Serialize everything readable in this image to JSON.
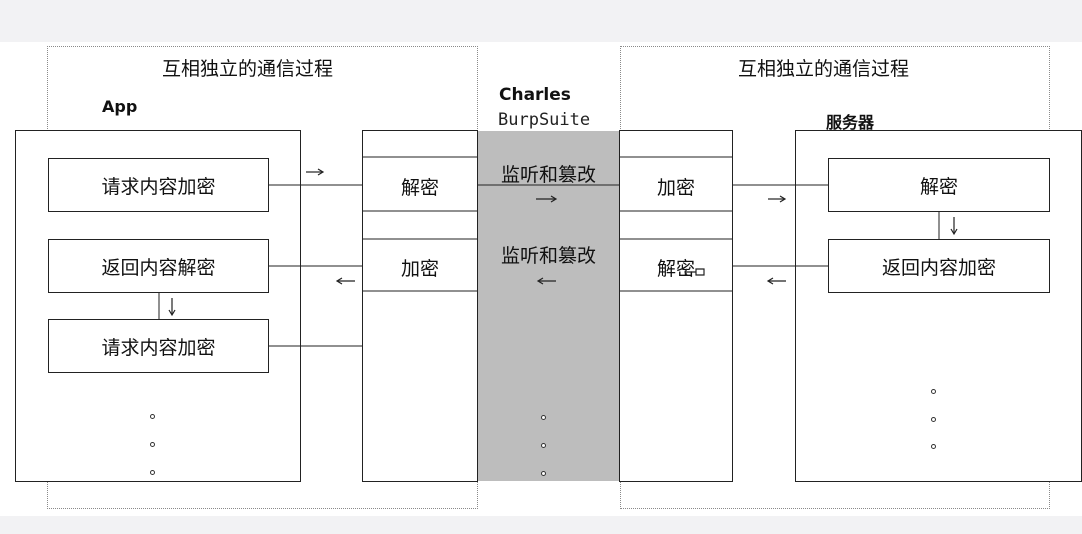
{
  "left_region": {
    "title": "互相独立的通信过程",
    "app_label": "App"
  },
  "right_region": {
    "title": "互相独立的通信过程",
    "server_label": "服务器"
  },
  "middle": {
    "tool_primary": "Charles",
    "tool_secondary": "BurpSuite",
    "intercept_top": "监听和篡改",
    "intercept_bottom": "监听和篡改"
  },
  "app_boxes": [
    "请求内容加密",
    "返回内容解密",
    "请求内容加密"
  ],
  "proxy_left_boxes": [
    "解密",
    "加密"
  ],
  "proxy_right_boxes": [
    "加密",
    "解密"
  ],
  "server_boxes": [
    "解密",
    "返回内容加密"
  ],
  "ellipsis": "..."
}
